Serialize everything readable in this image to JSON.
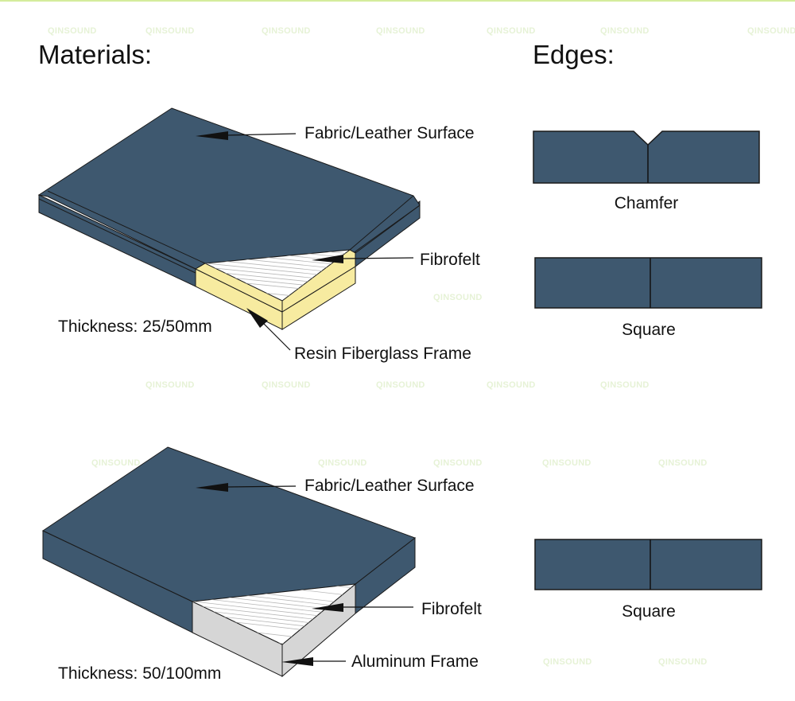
{
  "headings": {
    "materials": "Materials:",
    "edges": "Edges:"
  },
  "watermark": "QINSOUND",
  "colors": {
    "panel_fabric": "#3e586f",
    "resin_frame": "#f7eba0",
    "aluminum_frame": "#d6d6d6",
    "fibrofelt": "#ffffff",
    "outline": "#1a1a1a",
    "top_accent_bar": "#d4ec9c"
  },
  "panels": [
    {
      "id": "resin-panel",
      "labels": {
        "surface": "Fabric/Leather Surface",
        "core": "Fibrofelt",
        "frame": "Resin Fiberglass Frame"
      },
      "thickness": "Thickness: 25/50mm"
    },
    {
      "id": "aluminum-panel",
      "labels": {
        "surface": "Fabric/Leather Surface",
        "core": "Fibrofelt",
        "frame": "Aluminum Frame"
      },
      "thickness": "Thickness: 50/100mm"
    }
  ],
  "edges": [
    {
      "id": "chamfer-edge",
      "label": "Chamfer"
    },
    {
      "id": "square-edge-1",
      "label": "Square"
    },
    {
      "id": "square-edge-2",
      "label": "Square"
    }
  ]
}
